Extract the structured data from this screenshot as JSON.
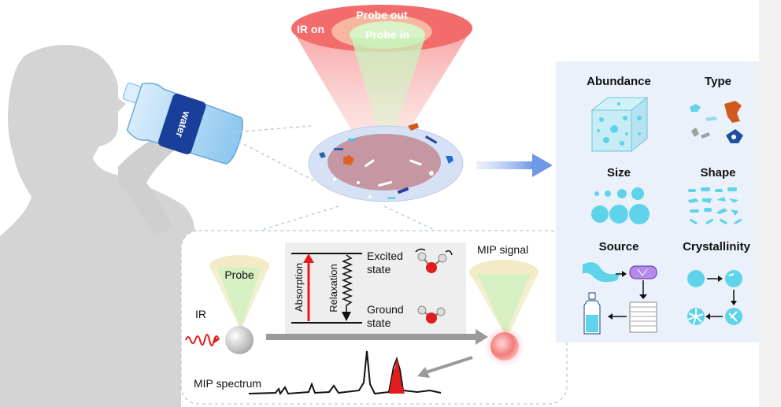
{
  "cone": {
    "probe_out": "Probe out",
    "probe_in": "Probe in",
    "ir_on": "IR on"
  },
  "bottle": {
    "label": "water"
  },
  "inset": {
    "probe": "Probe",
    "ir": "IR",
    "excited_state": "Excited\nstate",
    "ground_state": "Ground\nstate",
    "absorption": "Absorption",
    "relaxation": "Relaxation",
    "mip_signal": "MIP signal",
    "mip_spectrum": "MIP spectrum"
  },
  "properties": {
    "abundance": "Abundance",
    "type": "Type",
    "size": "Size",
    "shape": "Shape",
    "source": "Source",
    "crystallinity": "Crystallinity"
  },
  "colors": {
    "ir_red": "#f05a5a",
    "probe_green": "#cfeec0",
    "particle_cyan": "#5fd3ea",
    "panel_bg": "#eaf1fb",
    "silhouette": "#d4d4d4"
  }
}
